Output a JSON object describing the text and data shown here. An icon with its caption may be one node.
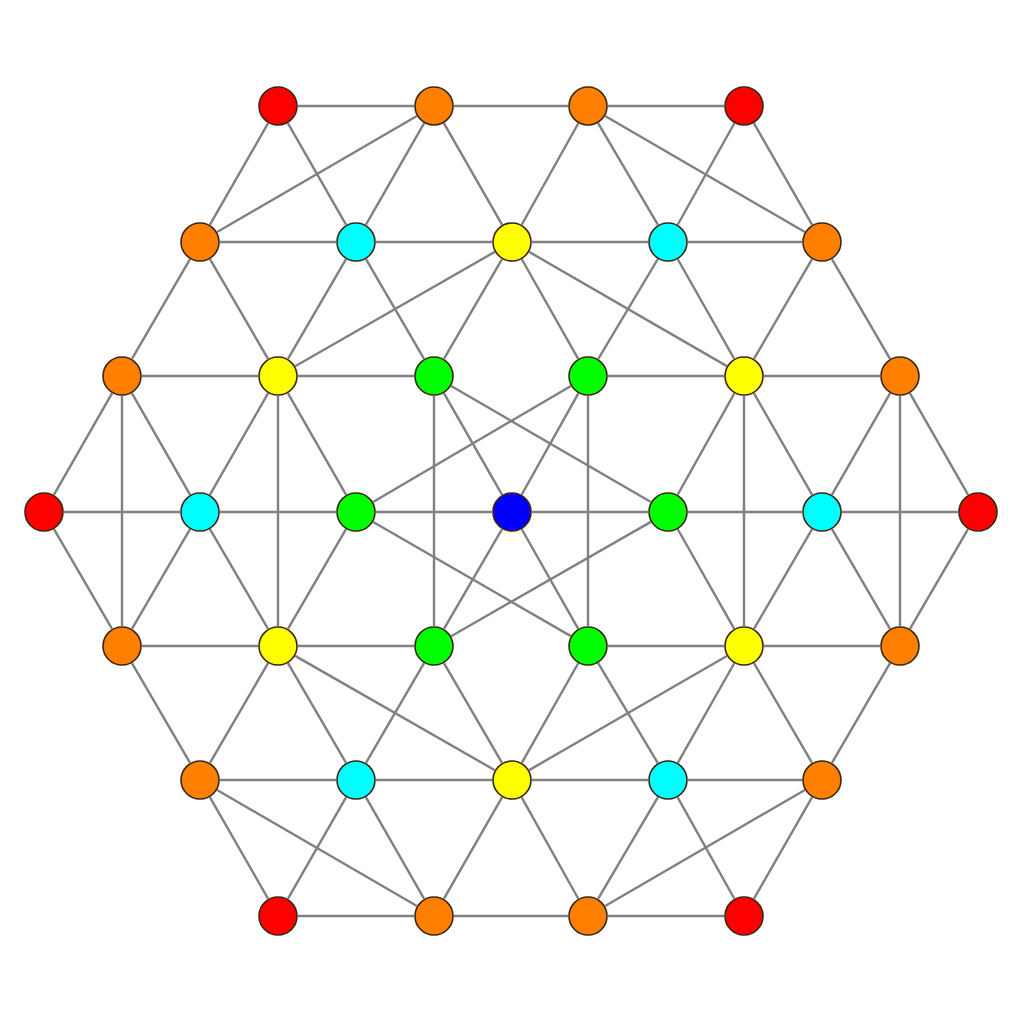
{
  "diagram": {
    "nodes": [
      {
        "text": [],
        "shape": "circle"
      },
      {
        "text": [],
        "shape": "circle"
      },
      {
        "text": [],
        "shape": "circle"
      },
      {
        "text": [],
        "shape": "circle"
      },
      {
        "text": [],
        "shape": "circle"
      },
      {
        "text": [],
        "shape": "circle"
      },
      {
        "text": [],
        "shape": "circle"
      },
      {
        "text": [],
        "shape": "circle"
      },
      {
        "text": [],
        "shape": "circle"
      },
      {
        "text": [],
        "shape": "circle"
      },
      {
        "text": [],
        "shape": "circle"
      },
      {
        "text": [],
        "shape": "circle"
      },
      {
        "text": [],
        "shape": "circle"
      },
      {
        "text": [],
        "shape": "circle"
      },
      {
        "text": [],
        "shape": "circle"
      },
      {
        "text": [],
        "shape": "circle"
      },
      {
        "text": [],
        "shape": "circle"
      },
      {
        "text": [],
        "shape": "circle"
      },
      {
        "text": [],
        "shape": "circle"
      },
      {
        "text": [],
        "shape": "circle"
      },
      {
        "text": [],
        "shape": "circle"
      },
      {
        "text": [],
        "shape": "circle"
      },
      {
        "text": [],
        "shape": "circle"
      },
      {
        "text": [],
        "shape": "circle"
      },
      {
        "text": [],
        "shape": "circle"
      },
      {
        "text": [],
        "shape": "circle"
      },
      {
        "text": [],
        "shape": "circle"
      },
      {
        "text": [],
        "shape": "circle"
      },
      {
        "text": [],
        "shape": "circle"
      },
      {
        "text": [],
        "shape": "circle"
      },
      {
        "text": [],
        "shape": "circle"
      },
      {
        "text": [],
        "shape": "circle"
      },
      {
        "text": [],
        "shape": "circle"
      },
      {
        "text": [],
        "shape": "circle"
      },
      {
        "text": [],
        "shape": "circle"
      },
      {
        "text": [],
        "shape": "circle"
      },
      {
        "text": [],
        "shape": "circle"
      }
    ],
    "edges": [
      {
        "from": 0,
        "to": 1,
        "arrow": "none"
      },
      {
        "from": 1,
        "to": 2,
        "arrow": "none"
      },
      {
        "from": 2,
        "to": 3,
        "arrow": "none"
      },
      {
        "from": 0,
        "to": 4,
        "arrow": "none"
      },
      {
        "from": 0,
        "to": 5,
        "arrow": "none"
      },
      {
        "from": 1,
        "to": 4,
        "arrow": "none"
      },
      {
        "from": 1,
        "to": 5,
        "arrow": "none"
      },
      {
        "from": 1,
        "to": 6,
        "arrow": "none"
      },
      {
        "from": 2,
        "to": 6,
        "arrow": "none"
      },
      {
        "from": 2,
        "to": 7,
        "arrow": "none"
      },
      {
        "from": 2,
        "to": 8,
        "arrow": "none"
      },
      {
        "from": 3,
        "to": 7,
        "arrow": "none"
      },
      {
        "from": 3,
        "to": 8,
        "arrow": "none"
      },
      {
        "from": 4,
        "to": 5,
        "arrow": "none"
      },
      {
        "from": 5,
        "to": 6,
        "arrow": "none"
      },
      {
        "from": 6,
        "to": 7,
        "arrow": "none"
      },
      {
        "from": 7,
        "to": 8,
        "arrow": "none"
      },
      {
        "from": 4,
        "to": 9,
        "arrow": "none"
      },
      {
        "from": 4,
        "to": 10,
        "arrow": "none"
      },
      {
        "from": 5,
        "to": 10,
        "arrow": "none"
      },
      {
        "from": 5,
        "to": 11,
        "arrow": "none"
      },
      {
        "from": 6,
        "to": 10,
        "arrow": "none"
      },
      {
        "from": 6,
        "to": 11,
        "arrow": "none"
      },
      {
        "from": 6,
        "to": 12,
        "arrow": "none"
      },
      {
        "from": 6,
        "to": 13,
        "arrow": "none"
      },
      {
        "from": 7,
        "to": 12,
        "arrow": "none"
      },
      {
        "from": 7,
        "to": 13,
        "arrow": "none"
      },
      {
        "from": 8,
        "to": 13,
        "arrow": "none"
      },
      {
        "from": 8,
        "to": 14,
        "arrow": "none"
      },
      {
        "from": 9,
        "to": 10,
        "arrow": "none"
      },
      {
        "from": 10,
        "to": 11,
        "arrow": "none"
      },
      {
        "from": 12,
        "to": 13,
        "arrow": "none"
      },
      {
        "from": 13,
        "to": 14,
        "arrow": "none"
      },
      {
        "from": 9,
        "to": 15,
        "arrow": "none"
      },
      {
        "from": 9,
        "to": 16,
        "arrow": "none"
      },
      {
        "from": 10,
        "to": 16,
        "arrow": "none"
      },
      {
        "from": 10,
        "to": 17,
        "arrow": "none"
      },
      {
        "from": 11,
        "to": 18,
        "arrow": "none"
      },
      {
        "from": 11,
        "to": 19,
        "arrow": "none"
      },
      {
        "from": 12,
        "to": 18,
        "arrow": "none"
      },
      {
        "from": 12,
        "to": 17,
        "arrow": "none"
      },
      {
        "from": 13,
        "to": 19,
        "arrow": "none"
      },
      {
        "from": 13,
        "to": 20,
        "arrow": "none"
      },
      {
        "from": 14,
        "to": 20,
        "arrow": "none"
      },
      {
        "from": 14,
        "to": 21,
        "arrow": "none"
      },
      {
        "from": 9,
        "to": 22,
        "arrow": "none"
      },
      {
        "from": 10,
        "to": 23,
        "arrow": "none"
      },
      {
        "from": 11,
        "to": 24,
        "arrow": "none"
      },
      {
        "from": 12,
        "to": 25,
        "arrow": "none"
      },
      {
        "from": 13,
        "to": 26,
        "arrow": "none"
      },
      {
        "from": 14,
        "to": 27,
        "arrow": "none"
      },
      {
        "from": 15,
        "to": 16,
        "arrow": "none"
      },
      {
        "from": 16,
        "to": 17,
        "arrow": "none"
      },
      {
        "from": 17,
        "to": 18,
        "arrow": "none"
      },
      {
        "from": 18,
        "to": 19,
        "arrow": "none"
      },
      {
        "from": 19,
        "to": 20,
        "arrow": "none"
      },
      {
        "from": 20,
        "to": 21,
        "arrow": "none"
      },
      {
        "from": 15,
        "to": 22,
        "arrow": "none"
      },
      {
        "from": 16,
        "to": 22,
        "arrow": "none"
      },
      {
        "from": 16,
        "to": 23,
        "arrow": "none"
      },
      {
        "from": 17,
        "to": 23,
        "arrow": "none"
      },
      {
        "from": 17,
        "to": 25,
        "arrow": "none"
      },
      {
        "from": 18,
        "to": 24,
        "arrow": "none"
      },
      {
        "from": 18,
        "to": 25,
        "arrow": "none"
      },
      {
        "from": 19,
        "to": 24,
        "arrow": "none"
      },
      {
        "from": 19,
        "to": 26,
        "arrow": "none"
      },
      {
        "from": 20,
        "to": 26,
        "arrow": "none"
      },
      {
        "from": 20,
        "to": 27,
        "arrow": "none"
      },
      {
        "from": 21,
        "to": 27,
        "arrow": "none"
      },
      {
        "from": 22,
        "to": 23,
        "arrow": "none"
      },
      {
        "from": 23,
        "to": 24,
        "arrow": "none"
      },
      {
        "from": 25,
        "to": 26,
        "arrow": "none"
      },
      {
        "from": 26,
        "to": 27,
        "arrow": "none"
      },
      {
        "from": 22,
        "to": 28,
        "arrow": "none"
      },
      {
        "from": 23,
        "to": 28,
        "arrow": "none"
      },
      {
        "from": 23,
        "to": 29,
        "arrow": "none"
      },
      {
        "from": 23,
        "to": 30,
        "arrow": "none"
      },
      {
        "from": 24,
        "to": 29,
        "arrow": "none"
      },
      {
        "from": 24,
        "to": 30,
        "arrow": "none"
      },
      {
        "from": 25,
        "to": 30,
        "arrow": "none"
      },
      {
        "from": 25,
        "to": 31,
        "arrow": "none"
      },
      {
        "from": 26,
        "to": 30,
        "arrow": "none"
      },
      {
        "from": 26,
        "to": 31,
        "arrow": "none"
      },
      {
        "from": 26,
        "to": 32,
        "arrow": "none"
      },
      {
        "from": 27,
        "to": 32,
        "arrow": "none"
      },
      {
        "from": 28,
        "to": 29,
        "arrow": "none"
      },
      {
        "from": 29,
        "to": 30,
        "arrow": "none"
      },
      {
        "from": 30,
        "to": 31,
        "arrow": "none"
      },
      {
        "from": 31,
        "to": 32,
        "arrow": "none"
      },
      {
        "from": 28,
        "to": 33,
        "arrow": "none"
      },
      {
        "from": 28,
        "to": 34,
        "arrow": "none"
      },
      {
        "from": 29,
        "to": 33,
        "arrow": "none"
      },
      {
        "from": 29,
        "to": 34,
        "arrow": "none"
      },
      {
        "from": 30,
        "to": 34,
        "arrow": "none"
      },
      {
        "from": 30,
        "to": 35,
        "arrow": "none"
      },
      {
        "from": 31,
        "to": 35,
        "arrow": "none"
      },
      {
        "from": 31,
        "to": 36,
        "arrow": "none"
      },
      {
        "from": 32,
        "to": 35,
        "arrow": "none"
      },
      {
        "from": 32,
        "to": 36,
        "arrow": "none"
      },
      {
        "from": 33,
        "to": 34,
        "arrow": "none"
      },
      {
        "from": 34,
        "to": 35,
        "arrow": "none"
      },
      {
        "from": 35,
        "to": 36,
        "arrow": "none"
      }
    ]
  }
}
